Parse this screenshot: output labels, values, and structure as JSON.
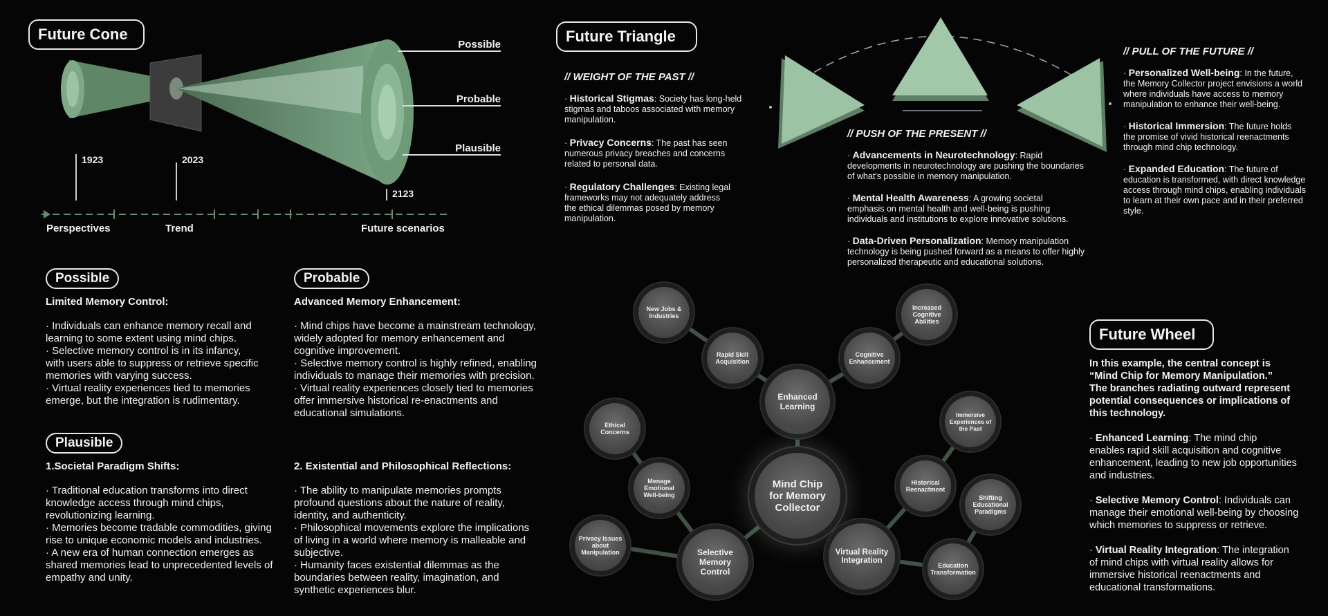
{
  "future_cone": {
    "title": "Future Cone",
    "labels": {
      "possible": "Possible",
      "probable": "Probable",
      "plausible": "Plausible"
    },
    "years": [
      "1923",
      "2023",
      "2123"
    ],
    "axis_labels": [
      "Perspectives",
      "Trend",
      "Future scenarios"
    ]
  },
  "scenarios": {
    "possible": {
      "pill": "Possible",
      "heading": "Limited Memory Control:",
      "lines": [
        "· Individuals can enhance memory recall and",
        "learning to some extent using mind chips.",
        "· Selective memory control is in its infancy,",
        "with users able to suppress or retrieve specific",
        "memories with varying success.",
        "· Virtual reality experiences tied to memories",
        "emerge, but the integration is rudimentary."
      ]
    },
    "probable": {
      "pill": "Probable",
      "heading": "Advanced Memory Enhancement:",
      "lines": [
        "· Mind chips have become a mainstream technology,",
        "widely adopted for memory enhancement and",
        "cognitive improvement.",
        "· Selective memory control is highly refined, enabling",
        "individuals to manage their memories with precision.",
        "· Virtual reality experiences closely tied to memories",
        "offer immersive historical re-enactments and",
        "educational simulations."
      ]
    },
    "plausible": {
      "pill": "Plausible",
      "heading": "1.Societal Paradigm Shifts:",
      "lines": [
        "· Traditional education transforms into direct",
        "knowledge access through mind chips,",
        "revolutionizing learning.",
        "· Memories become tradable commodities, giving",
        "rise to unique economic models and industries.",
        "· A new era of human connection emerges as",
        "shared memories lead to unprecedented levels of",
        "empathy and unity."
      ]
    },
    "existential": {
      "heading": "2. Existential and Philosophical Reflections:",
      "lines": [
        "· The ability to manipulate memories prompts",
        "profound questions about the nature of reality,",
        "identity, and authenticity.",
        "· Philosophical movements explore the implications",
        "of living in a world where memory is malleable and",
        "subjective.",
        "· Humanity faces existential dilemmas as the",
        "boundaries between reality, imagination, and",
        "synthetic experiences blur."
      ]
    }
  },
  "future_triangle": {
    "title": "Future Triangle",
    "weight_of_past": {
      "label": "// WEIGHT OF THE PAST //",
      "items": [
        {
          "title": "Historical Stigmas",
          "lines": [
            ": Society has long-held",
            "stigmas and taboos associated with memory",
            "manipulation."
          ]
        },
        {
          "title": "Privacy Concerns",
          "lines": [
            ": The past has seen",
            "numerous privacy breaches and concerns",
            "related to personal data."
          ]
        },
        {
          "title": "Regulatory Challenges",
          "lines": [
            ": Existing legal",
            "frameworks may not adequately address",
            "the ethical dilemmas posed by memory",
            "manipulation."
          ]
        }
      ]
    },
    "push_of_present": {
      "label": "// PUSH OF THE PRESENT //",
      "items": [
        {
          "title": "Advancements in Neurotechnology",
          "lines": [
            ": Rapid",
            "developments in neurotechnology are pushing the boundaries",
            "of what's possible in memory manipulation."
          ]
        },
        {
          "title": "Mental Health Awareness",
          "lines": [
            ": A growing societal",
            "emphasis on mental health and well-being is pushing",
            "individuals and institutions to explore innovative solutions."
          ]
        },
        {
          "title": "Data-Driven Personalization",
          "lines": [
            ": Memory manipulation",
            "technology is being pushed forward as a means to offer highly",
            "personalized therapeutic and educational solutions."
          ]
        }
      ]
    },
    "pull_of_future": {
      "label": "// PULL OF THE FUTURE //",
      "items": [
        {
          "title": "Personalized Well-being",
          "lines": [
            ": In the future,",
            "the Memory Collector project envisions a world",
            "where individuals have access to memory",
            "manipulation to enhance their well-being."
          ]
        },
        {
          "title": "Historical Immersion",
          "lines": [
            ": The future holds",
            "the promise of vivid historical reenactments",
            "through mind chip technology."
          ]
        },
        {
          "title": "Expanded Education",
          "lines": [
            ": The future of",
            "education is transformed, with direct knowledge",
            "access through mind chips, enabling individuals",
            "to learn at their own pace and in their preferred",
            "style."
          ]
        }
      ]
    }
  },
  "future_wheel": {
    "title": "Future Wheel",
    "intro_lines": [
      "In this example, the central concept is",
      "“Mind Chip for Memory Manipulation.”",
      "The branches radiating outward represent",
      "potential consequences or implications of",
      "this technology."
    ],
    "items": [
      {
        "title": "Enhanced Learning",
        "lines": [
          ": The mind chip",
          "enables rapid skill acquisition and cognitive",
          "enhancement, leading to new job opportunities",
          "and industries."
        ]
      },
      {
        "title": "Selective Memory Control",
        "lines": [
          ": Individuals can",
          "manage their emotional well-being by choosing",
          "which memories to suppress or retrieve."
        ]
      },
      {
        "title": "Virtual Reality Integration",
        "lines": [
          ": The integration",
          "of mind chips with virtual reality allows for",
          "immersive historical reenactments and",
          "educational transformations."
        ]
      }
    ],
    "nodes": {
      "center": [
        "Mind Chip",
        "for Memory",
        "Collector"
      ],
      "enhanced_learning": [
        "Enhanced",
        "Learning"
      ],
      "selective_memory": [
        "Selective",
        "Memory",
        "Control"
      ],
      "virtual_reality": [
        "Virtual Reality",
        "Integration"
      ],
      "new_jobs": [
        "New Jobs &",
        "Industries"
      ],
      "rapid_skill": [
        "Rapid Skill",
        "Acquisition"
      ],
      "cognitive_enh": [
        "Cognitive",
        "Enhancement"
      ],
      "increased_cog": [
        "Increased",
        "Cognitive",
        "Abilities"
      ],
      "ethical": [
        "Ethical",
        "Concerns"
      ],
      "menage": [
        "Menage",
        "Emotional",
        "Well-being"
      ],
      "privacy": [
        "Privacy Issues",
        "about",
        "Manipulation"
      ],
      "immersive": [
        "Immersive",
        "Experiences of",
        "the Past"
      ],
      "historical": [
        "Historical",
        "Reenactment"
      ],
      "shifting": [
        "Shifting",
        "Educational",
        "Paradigms"
      ],
      "education": [
        "Education",
        "Transformation"
      ]
    }
  }
}
